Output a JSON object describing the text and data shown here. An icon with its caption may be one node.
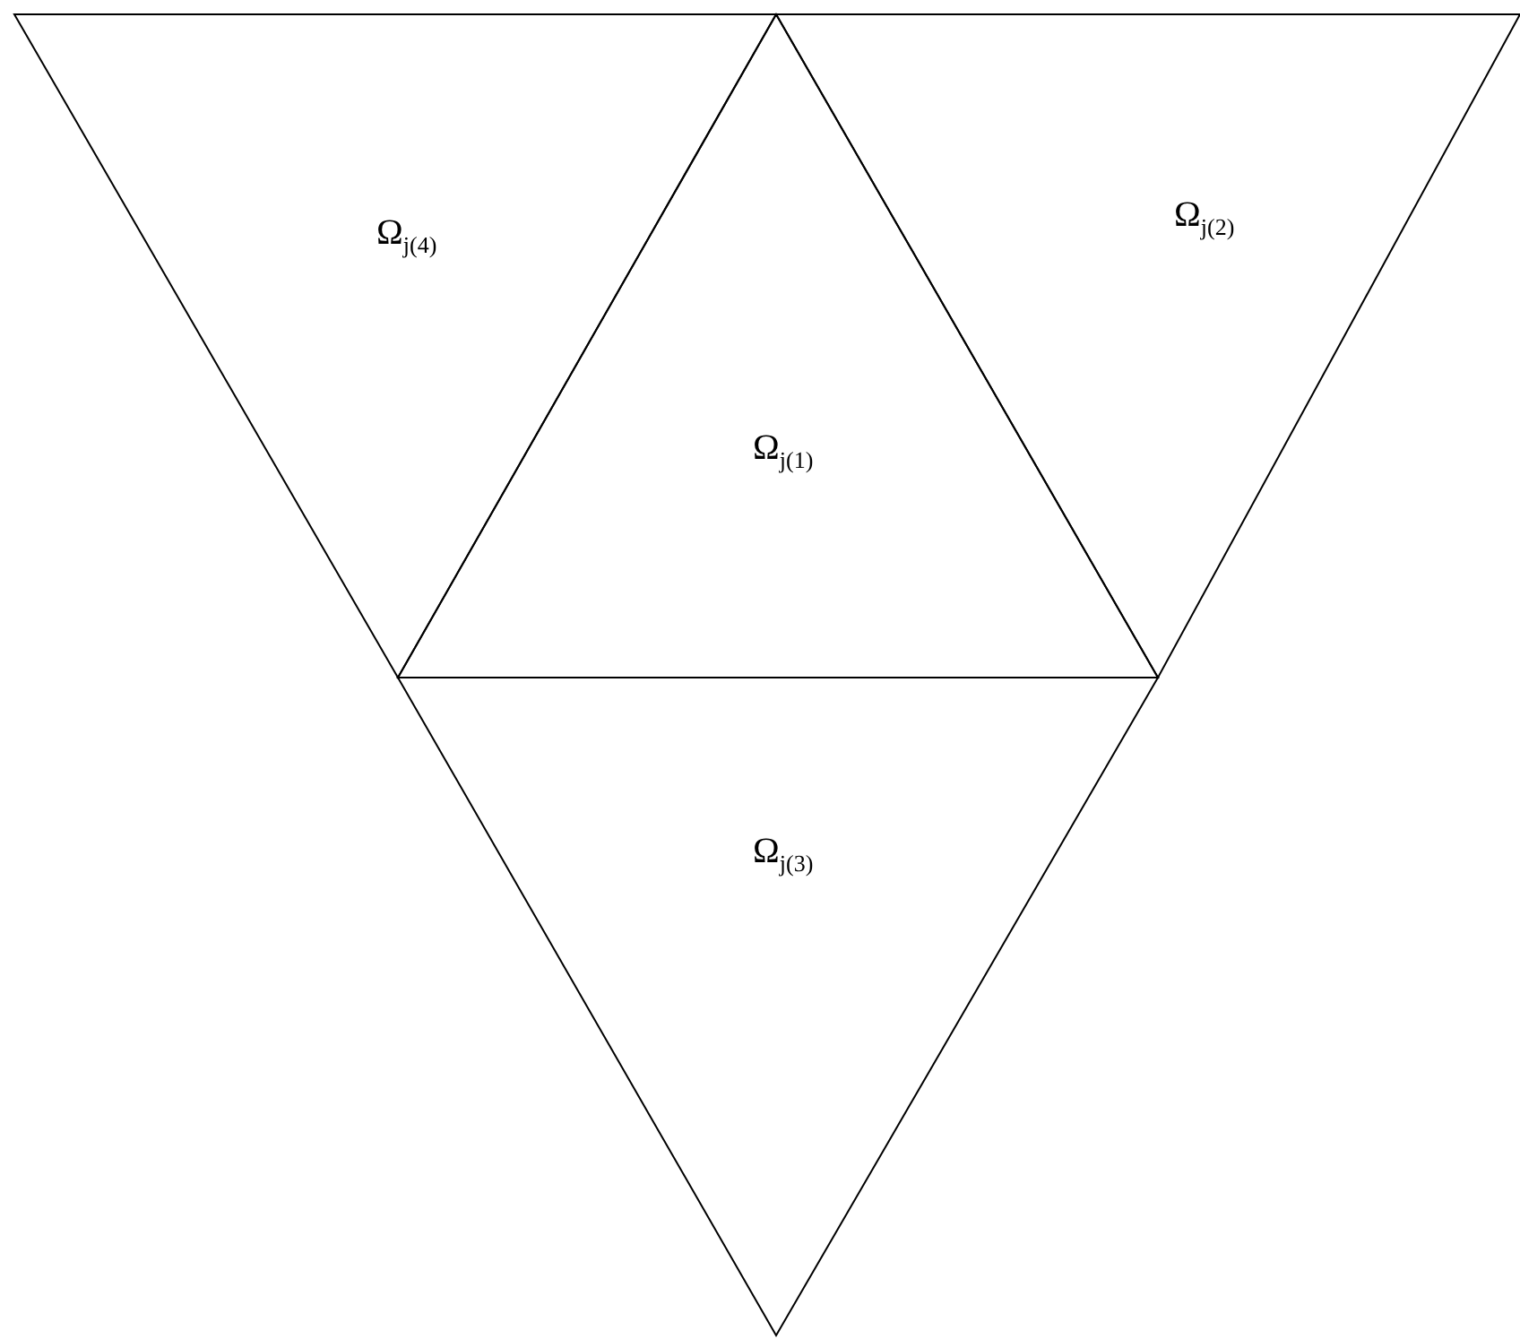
{
  "diagram": {
    "nodes": [
      {
        "text": [
          "Ω$_{j(4)}$"
        ]
      },
      {
        "text": [
          "Ω$_{j(2)}$"
        ]
      },
      {
        "text": [
          "Ω$_{j(1)}$"
        ]
      },
      {
        "text": [
          "Ω$_{j(3)}$"
        ]
      }
    ]
  }
}
